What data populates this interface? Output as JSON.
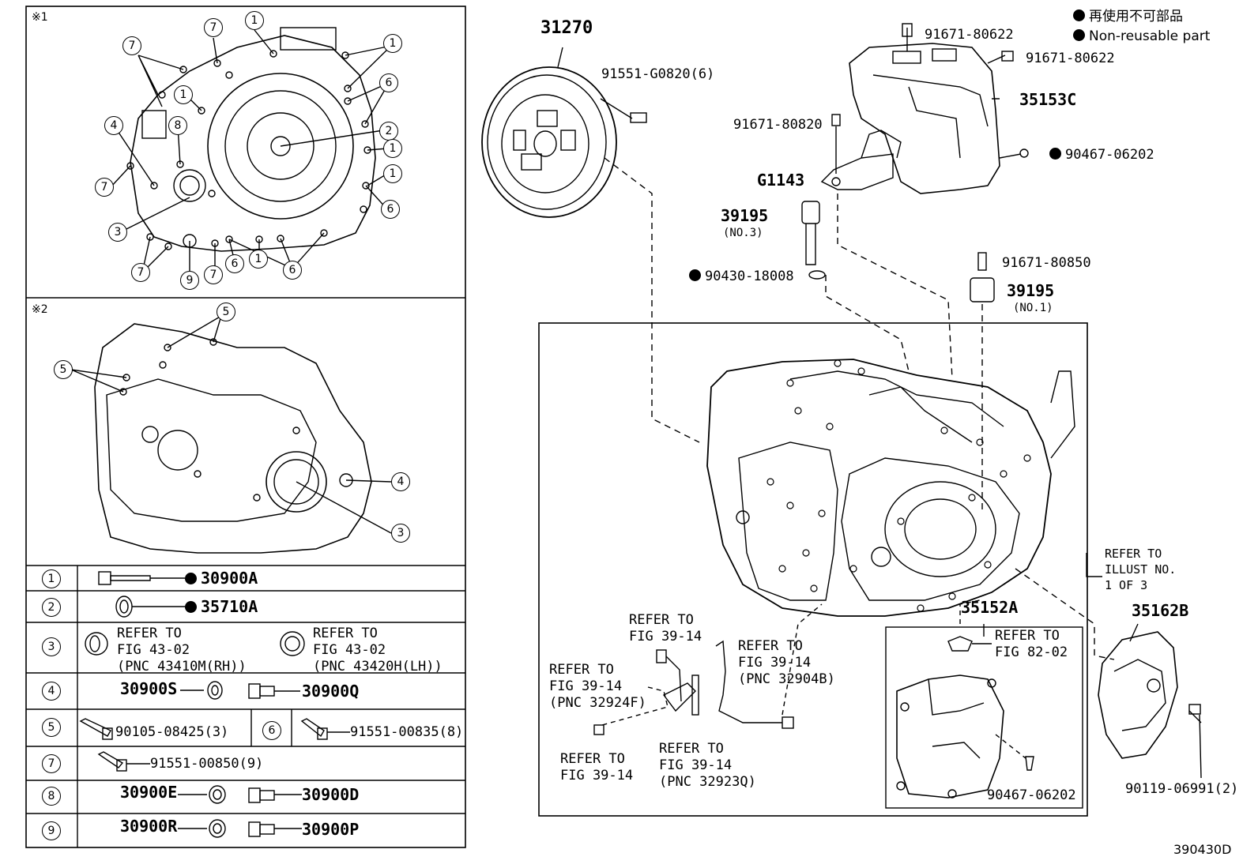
{
  "legend": {
    "jp": "再使用不可部品",
    "en": "Non-reusable part"
  },
  "diagram_code": "390430D",
  "inset_markers": [
    "※1",
    "※2"
  ],
  "callout_numbers": [
    "1",
    "2",
    "3",
    "4",
    "5",
    "6",
    "7",
    "8",
    "9"
  ],
  "parts_table": [
    {
      "key": "1",
      "a": "30900A"
    },
    {
      "key": "2",
      "a": "35710A"
    },
    {
      "key": "3",
      "a": "REFER TO\nFIG 43-02\n(PNC 43410M(RH))",
      "b": "REFER TO\nFIG 43-02\n(PNC 43420H(LH))"
    },
    {
      "key": "4",
      "a": "30900S",
      "b": "30900Q"
    },
    {
      "key": "5",
      "a": "90105-08425(3)"
    },
    {
      "key": "6",
      "a": "91551-00835(8)"
    },
    {
      "key": "7",
      "a": "91551-00850(9)"
    },
    {
      "key": "8",
      "a": "30900E",
      "b": "30900D"
    },
    {
      "key": "9",
      "a": "30900R",
      "b": "30900P"
    }
  ],
  "labels": {
    "p31270": "31270",
    "p91551_g0820": "91551-G0820(6)",
    "p91671_80622_a": "91671-80622",
    "p91671_80622_b": "91671-80622",
    "p35153c": "35153C",
    "p91671_80820": "91671-80820",
    "p90467_06202_a": "90467-06202",
    "pg1143": "G1143",
    "p39195_a": "39195",
    "p39195_a_sub": "(NO.3)",
    "p90430_18008": "90430-18008",
    "p91671_80850": "91671-80850",
    "p39195_b": "39195",
    "p39195_b_sub": "(NO.1)",
    "refer_illust": "REFER TO\nILLUST NO.\n1 OF 3",
    "p35152a": "35152A",
    "refer_82_02": "REFER TO\nFIG 82-02",
    "p35162b": "35162B",
    "p90467_06202_b": "90467-06202",
    "p90119_06991": "90119-06991(2)",
    "refer_39_14_a": "REFER TO\nFIG 39-14",
    "refer_39_14_b": "REFER TO\nFIG 39-14\n(PNC 32904B)",
    "refer_39_14_c": "REFER TO\nFIG 39-14\n(PNC 32924F)",
    "refer_39_14_d": "REFER TO\nFIG 39-14",
    "refer_39_14_e": "REFER TO\nFIG 39-14\n(PNC 32923Q)"
  }
}
